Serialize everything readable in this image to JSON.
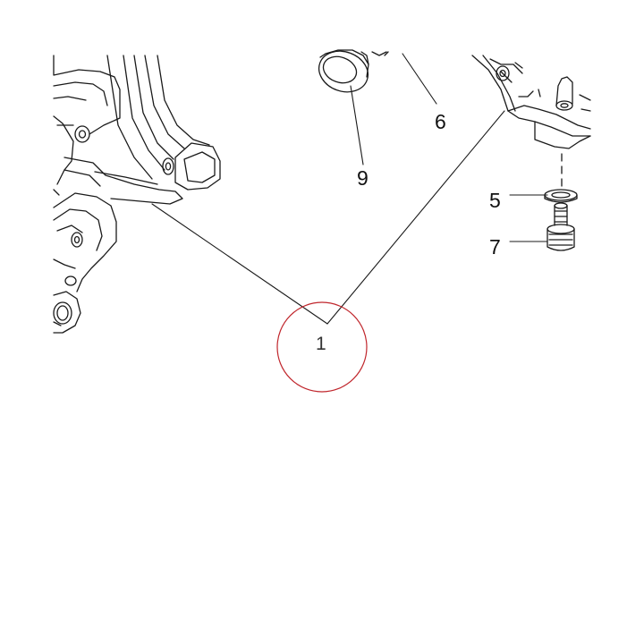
{
  "diagram": {
    "callouts": [
      {
        "id": "1",
        "label": "1"
      },
      {
        "id": "9",
        "label": "9"
      },
      {
        "id": "6",
        "label": "6"
      },
      {
        "id": "5",
        "label": "5"
      },
      {
        "id": "7",
        "label": "7"
      }
    ],
    "colors": {
      "line": "#1a1a1a",
      "highlight_circle": "#c0262c",
      "background": "#ffffff"
    }
  }
}
